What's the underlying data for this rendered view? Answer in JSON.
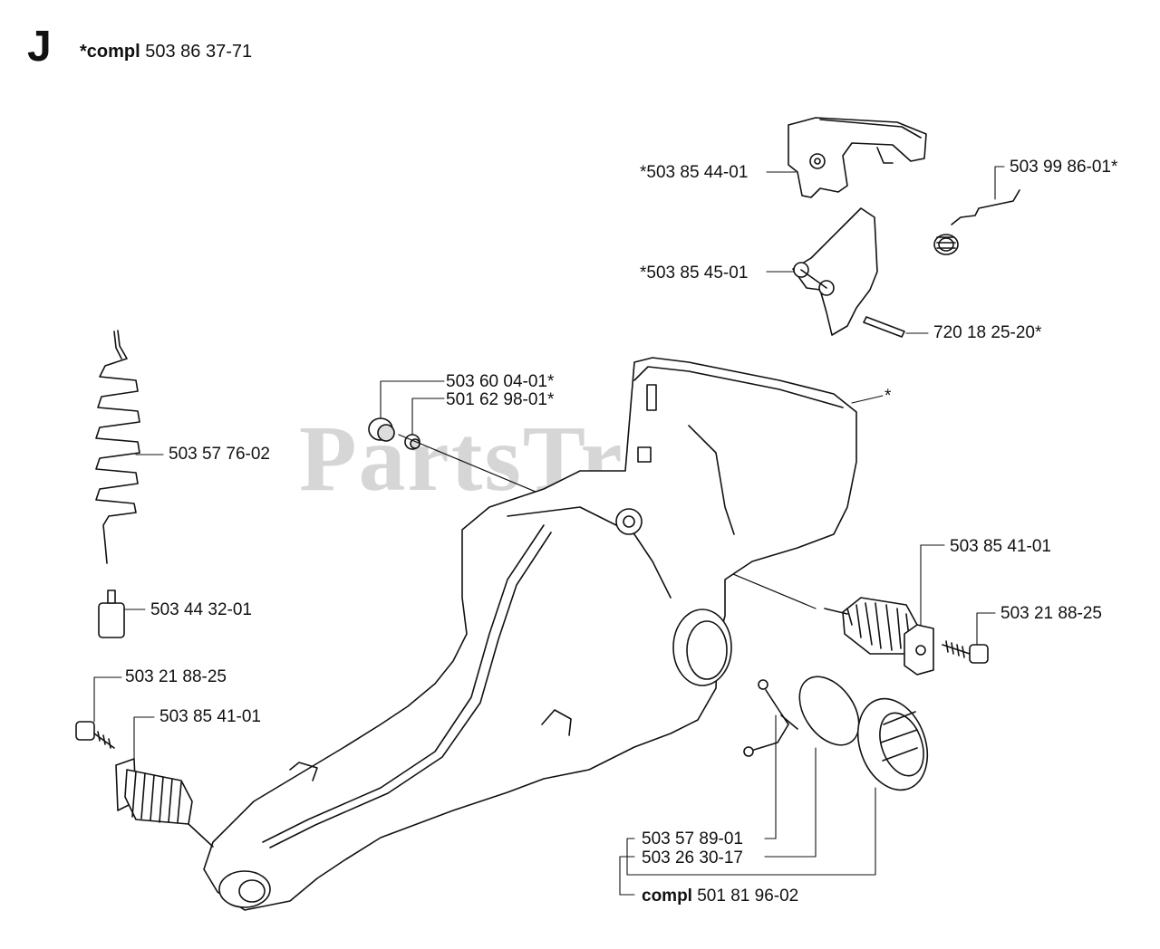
{
  "header": {
    "section_letter": "J",
    "compl_prefix": "*compl",
    "compl_number": "503 86 37-71"
  },
  "watermark": "PartsTree",
  "parts": {
    "p_handle_upper": "*503 85 44-01",
    "p_spring_wire": "503 99 86-01*",
    "p_throttle_trigger": "*503 85 45-01",
    "p_pin": "720 18 25-20*",
    "p_plug_large": "503 60 04-01*",
    "p_plug_small": "501 62 98-01*",
    "p_handle_asterisk": "*",
    "p_fuel_hose": "503 57 76-02",
    "p_av_spring_right": "503 85 41-01",
    "p_screw_right": "503 21 88-25",
    "p_fuel_filter": "503 44 32-01",
    "p_screw_left": "503 21 88-25",
    "p_av_spring_left": "503 85 41-01",
    "p_retainer": "503 57 89-01",
    "p_oring": "503 26 30-17",
    "p_fuel_cap_compl_prefix": "compl",
    "p_fuel_cap_compl_number": "501 81 96-02"
  },
  "colors": {
    "line": "#111111",
    "watermark": "#d6d6d6",
    "background": "#ffffff"
  }
}
